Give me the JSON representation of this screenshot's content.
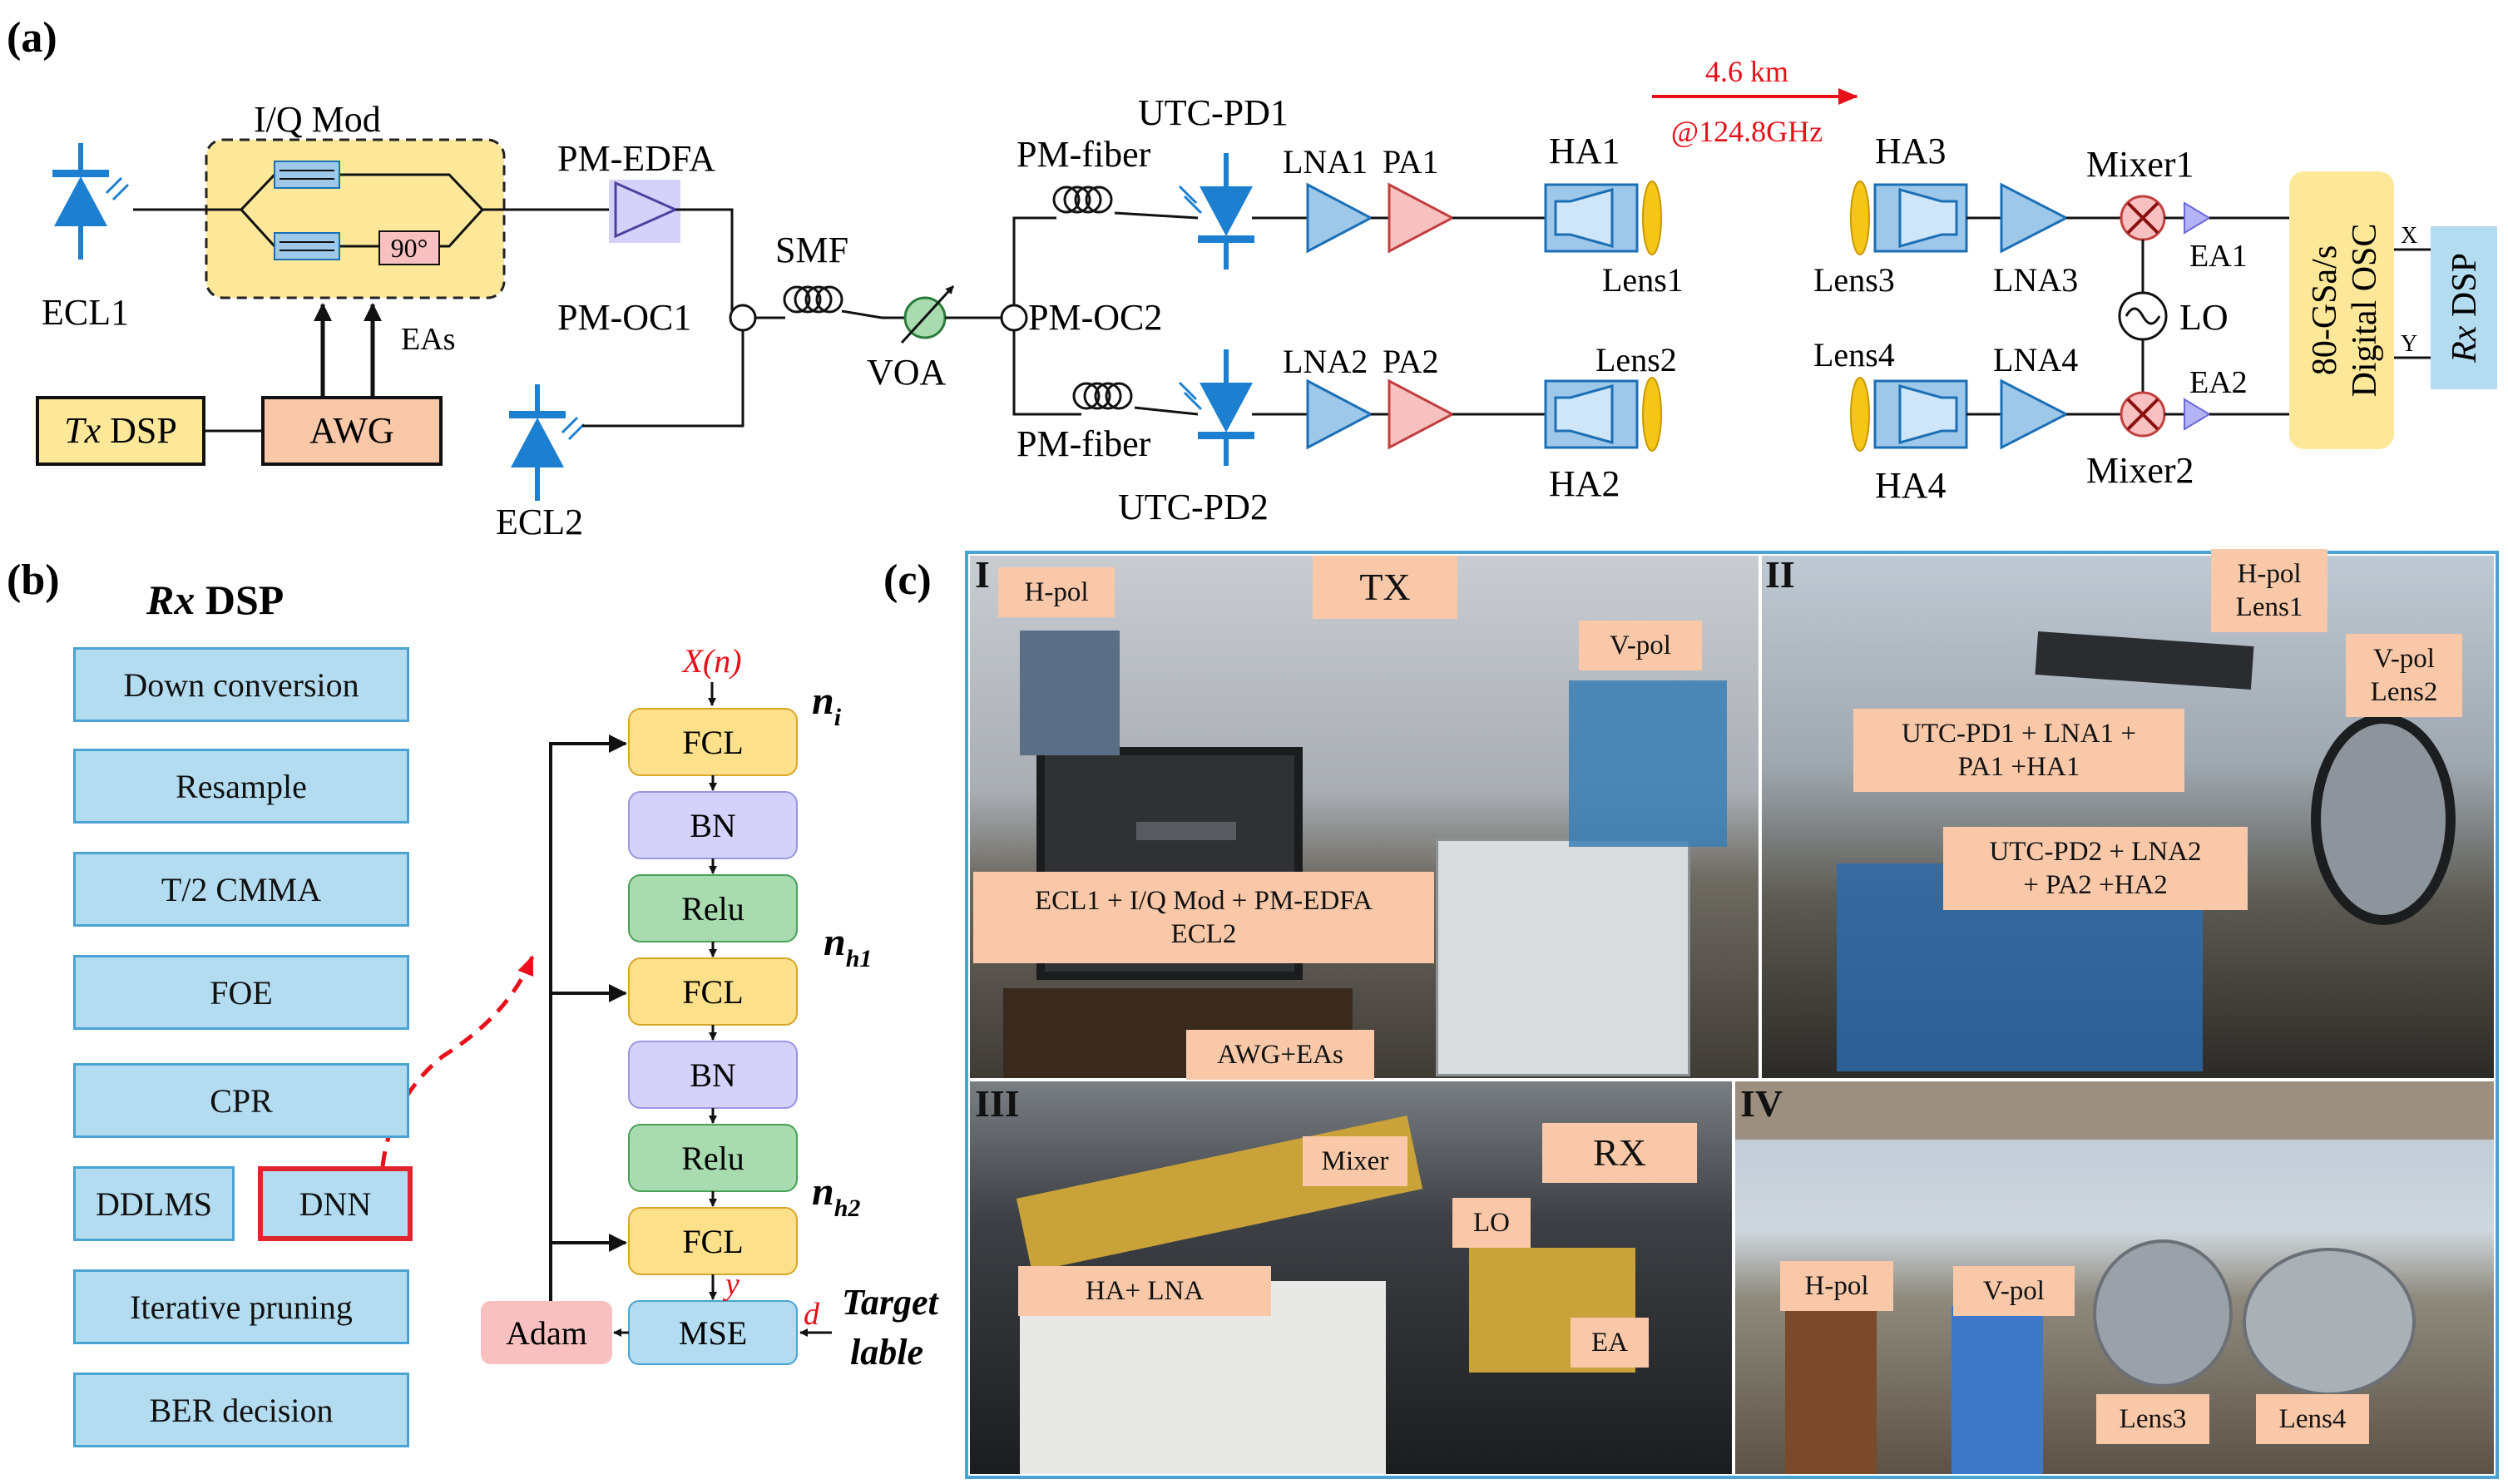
{
  "panel_a": {
    "tag": "(a)",
    "iq_mod": "I/Q Mod",
    "phase_90": "90°",
    "ecl1": "ECL1",
    "eas": "EAs",
    "tx_dsp_italic": "Tx",
    "tx_dsp_rest": " DSP",
    "awg": "AWG",
    "pm_edfa": "PM-EDFA",
    "pm_oc1": "PM-OC1",
    "ecl2": "ECL2",
    "smf": "SMF",
    "voa": "VOA",
    "pm_oc2": "PM-OC2",
    "pm_fiber_top": "PM-fiber",
    "pm_fiber_bottom": "PM-fiber",
    "utc_pd1": "UTC-PD1",
    "utc_pd2": "UTC-PD2",
    "lna1": "LNA1",
    "pa1": "PA1",
    "lna2": "LNA2",
    "pa2": "PA2",
    "ha1": "HA1",
    "ha2": "HA2",
    "lens1": "Lens1",
    "lens2": "Lens2",
    "distance": "4.6 km",
    "frequency": "@124.8GHz",
    "ha3": "HA3",
    "ha4": "HA4",
    "lens3": "Lens3",
    "lens4": "Lens4",
    "lna3": "LNA3",
    "lna4": "LNA4",
    "mixer1": "Mixer1",
    "mixer2": "Mixer2",
    "lo": "LO",
    "ea1": "EA1",
    "ea2": "EA2",
    "osc_line1": "80-GSa/s",
    "osc_line2": "Digital OSC",
    "x": "X",
    "y": "Y",
    "rx_dsp_italic": "Rx",
    "rx_dsp_rest": " DSP"
  },
  "panel_b": {
    "tag": "(b)",
    "title_italic": "Rx",
    "title_rest": " DSP",
    "steps": [
      "Down conversion",
      "Resample",
      "T/2 CMMA",
      "FOE",
      "CPR",
      "DDLMS",
      "DNN",
      "Iterative pruning",
      "BER decision"
    ],
    "input": "X(n)",
    "layers": [
      "FCL",
      "BN",
      "Relu",
      "FCL",
      "BN",
      "Relu",
      "FCL"
    ],
    "mse": "MSE",
    "adam": "Adam",
    "y_out": "y",
    "d_target": "d",
    "target_line1": "Target",
    "target_line2": "lable",
    "n_i_base": "n",
    "n_i_sub": "i",
    "n_h1_base": "n",
    "n_h1_sub": "h1",
    "n_h2_base": "n",
    "n_h2_sub": "h2"
  },
  "panel_c": {
    "tag": "(c)",
    "photo1": {
      "roman": "I",
      "tx": "TX",
      "hpol": "H-pol",
      "vpol": "V-pol",
      "ecl": "ECL1 + I/Q Mod + PM-EDFA\nECL2",
      "awg": "AWG+EAs"
    },
    "photo2": {
      "roman": "II",
      "hpol": "H-pol\nLens1",
      "vpol": "V-pol\nLens2",
      "pd1": "UTC-PD1 + LNA1 +\nPA1 +HA1",
      "pd2": "UTC-PD2 + LNA2\n+ PA2 +HA2"
    },
    "photo3": {
      "roman": "III",
      "rx": "RX",
      "mixer": "Mixer",
      "lo": "LO",
      "ha": "HA+ LNA",
      "ea": "EA"
    },
    "photo4": {
      "roman": "IV",
      "hpol": "H-pol",
      "vpol": "V-pol",
      "lens3": "Lens3",
      "lens4": "Lens4"
    }
  },
  "colors": {
    "yellow_box": "#fde89a",
    "blue_box": "#b3dcf0",
    "salmon_box": "#f8c8a9",
    "fcl": "#fde08a",
    "bn": "#d4d2fa",
    "relu": "#a8dcb0",
    "amp_blue": "#9dc8ea",
    "pa_pink": "#f8c0c0",
    "arrow_red": "#e8101a"
  }
}
